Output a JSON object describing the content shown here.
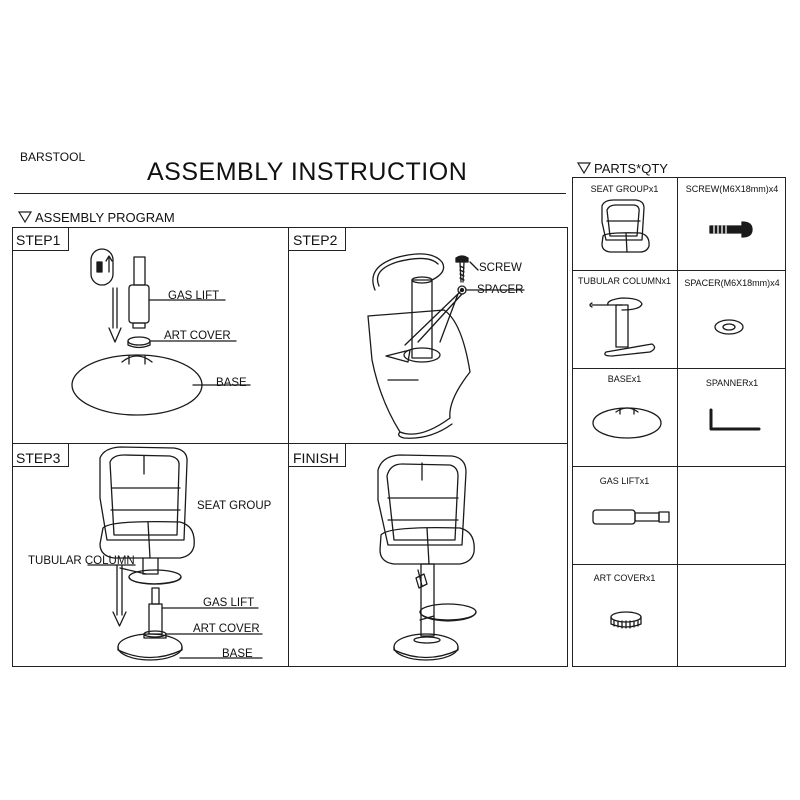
{
  "header": {
    "brand": "BARSTOOL",
    "title": "ASSEMBLY  INSTRUCTION"
  },
  "program": {
    "heading": "ASSEMBLY PROGRAM",
    "steps": [
      {
        "label": "STEP1",
        "callouts": [
          "GAS LIFT",
          "ART COVER",
          "BASE"
        ]
      },
      {
        "label": "STEP2",
        "callouts": [
          "SCREW",
          "SPACER"
        ]
      },
      {
        "label": "STEP3",
        "callouts": [
          "SEAT GROUP",
          "TUBULAR COLUMN",
          "GAS LIFT",
          "ART COVER",
          "BASE"
        ]
      },
      {
        "label": "FINISH",
        "callouts": []
      }
    ]
  },
  "parts": {
    "heading": "PARTS*QTY",
    "items": [
      {
        "label": "SEAT GROUPx1",
        "icon": "seat-group-icon"
      },
      {
        "label": "SCREW(M6X18mm)x4",
        "icon": "screw-icon"
      },
      {
        "label": "TUBULAR COLUMNx1",
        "icon": "tubular-column-icon"
      },
      {
        "label": "SPACER(M6X18mm)x4",
        "icon": "spacer-icon"
      },
      {
        "label": "BASEx1",
        "icon": "base-icon"
      },
      {
        "label": "SPANNERx1",
        "icon": "spanner-icon"
      },
      {
        "label": "GAS LIFTx1",
        "icon": "gas-lift-icon"
      },
      {
        "label": "",
        "icon": ""
      },
      {
        "label": "ART COVERx1",
        "icon": "art-cover-icon"
      },
      {
        "label": "",
        "icon": ""
      }
    ]
  }
}
